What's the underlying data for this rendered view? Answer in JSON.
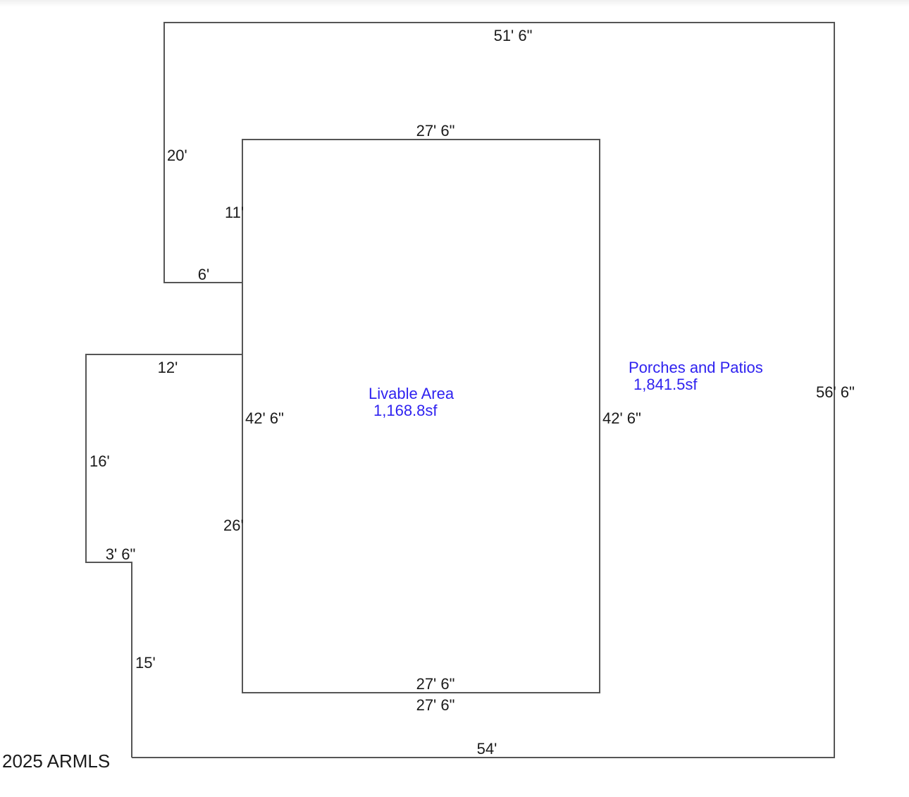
{
  "colors": {
    "outline": "#555555",
    "dimension_text": "#1a1a1a",
    "area_label": "#2f22f0"
  },
  "areas": {
    "livable": {
      "label": "Livable Area",
      "size": "1,168.8sf"
    },
    "porches": {
      "label": "Porches and Patios",
      "size": "1,841.5sf"
    }
  },
  "dimensions": {
    "outer_top": "51' 6\"",
    "outer_right": "56' 6\"",
    "outer_bottom": "54'",
    "outer_left_upper": "20'",
    "outer_notch_top": "6'",
    "outer_left_mid": "11'",
    "outer_step": "12'",
    "outer_left_lower": "16'",
    "outer_inset": "3' 6\"",
    "outer_left_bottom": "15'",
    "outer_inner_left": "26'",
    "livable_top": "27' 6\"",
    "livable_bottom_inner": "27' 6\"",
    "livable_bottom_outer": "27' 6\"",
    "livable_left": "42' 6\"",
    "livable_right": "42' 6\""
  },
  "watermark": "2025 ARMLS"
}
